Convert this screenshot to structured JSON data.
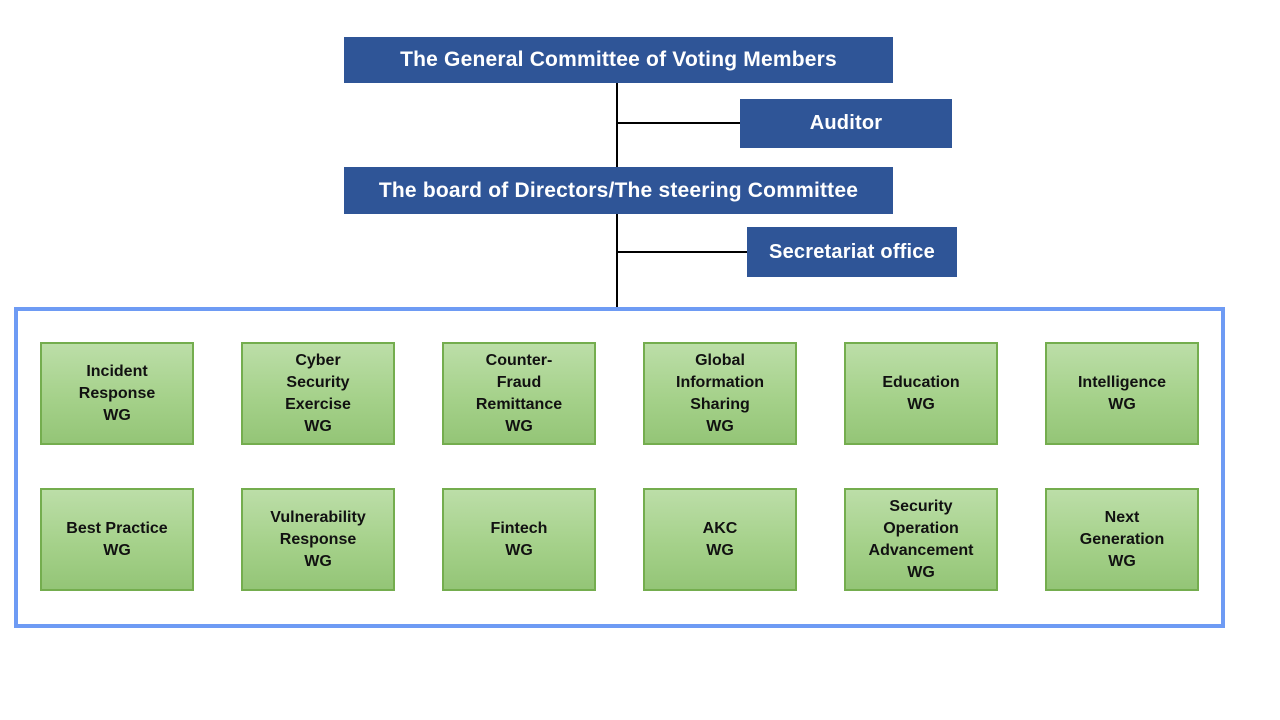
{
  "org_chart": {
    "nodes": {
      "general_committee": {
        "label": "The General Committee of Voting Members"
      },
      "auditor": {
        "label": "Auditor"
      },
      "board": {
        "label": "The board of Directors/The steering Committee"
      },
      "secretariat": {
        "label": "Secretariat office"
      }
    },
    "working_groups": [
      {
        "label": "Incident\nResponse\nWG"
      },
      {
        "label": "Cyber\nSecurity\nExercise\nWG"
      },
      {
        "label": "Counter-\nFraud\nRemittance\nWG"
      },
      {
        "label": "Global\nInformation\nSharing\nWG"
      },
      {
        "label": "Education\nWG"
      },
      {
        "label": "Intelligence\nWG"
      },
      {
        "label": "Best Practice\nWG"
      },
      {
        "label": "Vulnerability\nResponse\nWG"
      },
      {
        "label": "Fintech\nWG"
      },
      {
        "label": "AKC\nWG"
      },
      {
        "label": "Security\nOperation\nAdvancement\nWG"
      },
      {
        "label": "Next\nGeneration\nWG"
      }
    ],
    "colors": {
      "node_blue": "#2F5597",
      "node_text": "#FFFFFF",
      "wg_green_top": "#BCDEA8",
      "wg_green_bottom": "#94C577",
      "wg_border_green": "#74AD4E",
      "container_border_blue": "#6E9BF4",
      "connector_black": "#000000"
    }
  }
}
